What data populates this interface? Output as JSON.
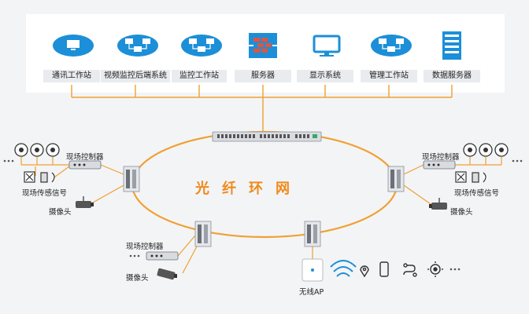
{
  "workstations": [
    {
      "label": "通讯工作站",
      "icon": "cloud-computer-icon"
    },
    {
      "label": "视频监控后端系统",
      "icon": "cloud-network-icon"
    },
    {
      "label": "监控工作站",
      "icon": "cloud-network-icon"
    },
    {
      "label": "服务器",
      "icon": "firewall-icon"
    },
    {
      "label": "显示系统",
      "icon": "monitor-icon"
    },
    {
      "label": "管理工作站",
      "icon": "cloud-network-icon"
    },
    {
      "label": "数据服务器",
      "icon": "server-rack-icon"
    }
  ],
  "ring_label": "光纤环网",
  "left_group": {
    "controller": "现场控制器",
    "sensor": "现场传感信号",
    "camera": "摄像头"
  },
  "right_group": {
    "controller": "现场控制器",
    "sensor": "现场传感信号",
    "camera": "摄像头"
  },
  "bottom_group": {
    "controller": "现场控制器",
    "camera": "摄像头"
  },
  "ap": {
    "label": "无线AP",
    "devices": [
      "wifi-icon",
      "location-pin-icon",
      "phone-icon",
      "route-icon",
      "sensor-node-icon"
    ]
  },
  "colors": {
    "accent": "#f08a1c",
    "primary": "#1c8fd8",
    "line": "#f0a030"
  }
}
